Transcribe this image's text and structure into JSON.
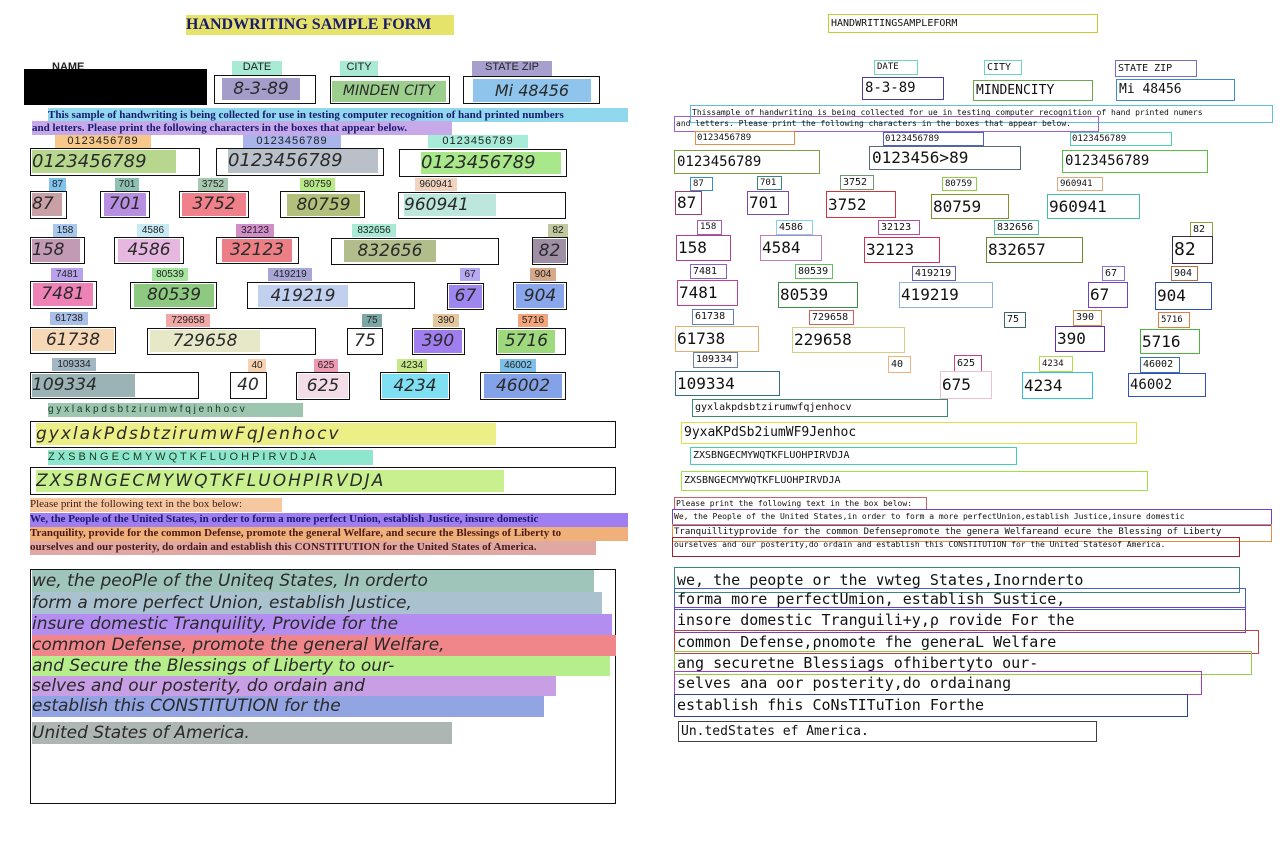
{
  "left": {
    "title": "HANDWRITING SAMPLE FORM",
    "labels": {
      "name": "NAME",
      "date": "DATE",
      "city": "CITY",
      "state_zip": "STATE ZIP"
    },
    "hand": {
      "date": "8-3-89",
      "city": "MINDEN CITY",
      "state_zip": "Mi 48456"
    },
    "intro_1": "This sample of handwriting is being collected for use in testing computer recognition of hand printed numbers",
    "intro_2": "and letters. Please print the following characters in the boxes that appear below.",
    "prompts": {
      "d1": "0123456789",
      "d2": "0123456789",
      "d3": "0123456789",
      "n87": "87",
      "n701": "701",
      "n3752": "3752",
      "n80759": "80759",
      "n960941": "960941",
      "n158": "158",
      "n4586": "4586",
      "n32123": "32123",
      "n832656": "832656",
      "n82": "82",
      "n7481": "7481",
      "n80539": "80539",
      "n419219": "419219",
      "n67": "67",
      "n904": "904",
      "n61738": "61738",
      "n729658": "729658",
      "n75": "75",
      "n390": "390",
      "n5716": "5716",
      "n109334": "109334",
      "n40": "40",
      "n625": "625",
      "n4234": "4234",
      "n46002": "46002",
      "lower": "g y x l a k p d s b t z i r u m w f q j e n h o c v",
      "upper": "Z X S B N G E C M Y W Q T K F L U O H P I R V D J A"
    },
    "answers": {
      "d1": "0123456789",
      "d2": "0123456789",
      "d3": "0123456789",
      "n87": "87",
      "n701": "701",
      "n3752": "3752",
      "n80759": "80759",
      "n960941": "960941",
      "n158": "158",
      "n4586": "4586",
      "n32123": "32123",
      "n832656": "832656",
      "n82": "82",
      "n7481": "7481",
      "n80539": "80539",
      "n419219": "419219",
      "n67": "67",
      "n904": "904",
      "n61738": "61738",
      "n729658": "729658",
      "n75": "75",
      "n390": "390",
      "n5716": "5716",
      "n109334": "109334",
      "n40": "40",
      "n625": "625",
      "n4234": "4234",
      "n46002": "46002",
      "lower": "gyxlakPdsbtzirumwFqJenhocv",
      "upper": "ZXSBNGECMYWQTKFLUOHPIRVDJA"
    },
    "para_instruction": "Please print the following text in the box below:",
    "para_1": "We, the People of the United States, in order to form a more perfect Union, establish Justice, insure domestic",
    "para_2": "Tranquility, provide for the common Defense, promote the general Welfare, and secure the Blessings of Liberty to",
    "para_3": "ourselves and our posterity, do ordain and establish this CONSTITUTION for the United States of America.",
    "hw_lines": [
      "we, the peoPle of the Uniteq States, In orderto",
      "form a more perfect Union, establish Justice,",
      "insure domestic Tranquility, Provide for the",
      "common Defense, promote the general Welfare,",
      "and Secure the Blessings of Liberty to our-",
      "selves and our posterity, do ordain and",
      "establish this CONSTITUTION for the",
      "United States of America."
    ]
  },
  "right": {
    "title": "HANDWRITINGSAMPLEFORM",
    "date_lbl": "DATE",
    "city_lbl": "CITY",
    "state_lbl": "STATE ZIP",
    "date_val": "8-3-89",
    "city_val": "MINDENCITY",
    "state_val": "Mi 48456",
    "intro_1": "Thissample of handwriting is being collected for ue in testing computer recognition of hand printed numers",
    "intro_2": "and letters. Please print the following characters in the boxes that appear below.",
    "p1": "0123456789",
    "p2": "0123456789",
    "p3": "0123456789",
    "v1": "0123456789",
    "v2": "0123456>89",
    "v3": "0123456789",
    "l87": "87",
    "l701": "701",
    "l3752": "3752",
    "l80759": "80759",
    "l960941": "960941",
    "v87": "87",
    "v701": "701",
    "v3752": "3752",
    "v80759": "80759",
    "v960941": "960941",
    "l158": "158",
    "l4586": "4586",
    "l32123": "32123",
    "l832656": "832656",
    "l82": "82",
    "v158": "158",
    "v4584": "4584",
    "v32123": "32123",
    "v832657": "832657",
    "v82": "82",
    "l7481": "7481",
    "l80539": "80539",
    "l419219": "419219",
    "l67": "67",
    "l904": "904",
    "v7481": "7481",
    "v80539": "80539",
    "v419219": "419219",
    "v67": "67",
    "v904": "904",
    "l61738": "61738",
    "l729658": "729658",
    "l75": "75",
    "l390": "390",
    "l5716": "5716",
    "v61738": "61738",
    "v229658": "229658",
    "v390": "390",
    "v5716": "5716",
    "l109334": "109334",
    "l40": "40",
    "l625": "625",
    "l4234": "4234",
    "l46002": "46002",
    "v109334": "109334",
    "v675": "675",
    "v4234": "4234",
    "v46002": "46002",
    "lower_lbl": "gyxlakpdsbtzirumwfqjenhocv",
    "lower_val": "9yxaKPdSb2iumWF9Jenhoc",
    "upper_lbl": "ZXSBNGECMYWQTKFLUOHPIRVDJA",
    "upper_val": "ZXSBNGECMYWQTKFLUOHPIRVDJA",
    "instr": "Please print the following text in the box below:",
    "para_1": "We, the People of the United States,in order to form a more perfectUnion,establish Justice,insure domestic",
    "para_2": "Tranquillityprovide for the common Defensepromote the genera Welfareand ecure the Blessing of Liberty",
    "para_3": "ourselves and our posterity,do ordain and establish this CONSTITUTION for the United Statesof America.",
    "ocr_lines": [
      "we, the peopte or the ∨wteg States,Inornderto",
      "forma more perfectUmion, establish Sustice,",
      "insore domestic Tranguili+y,ρ rovide For the",
      "common Defense,ρnomote fhe generaL Welfare",
      "ang securetne Blessiags ofhibertyto our-",
      "selves ana oor posterity,do ordainang",
      "establish fhis CoNsTITuTion Forthe",
      "Un.tedStates ef America."
    ]
  }
}
